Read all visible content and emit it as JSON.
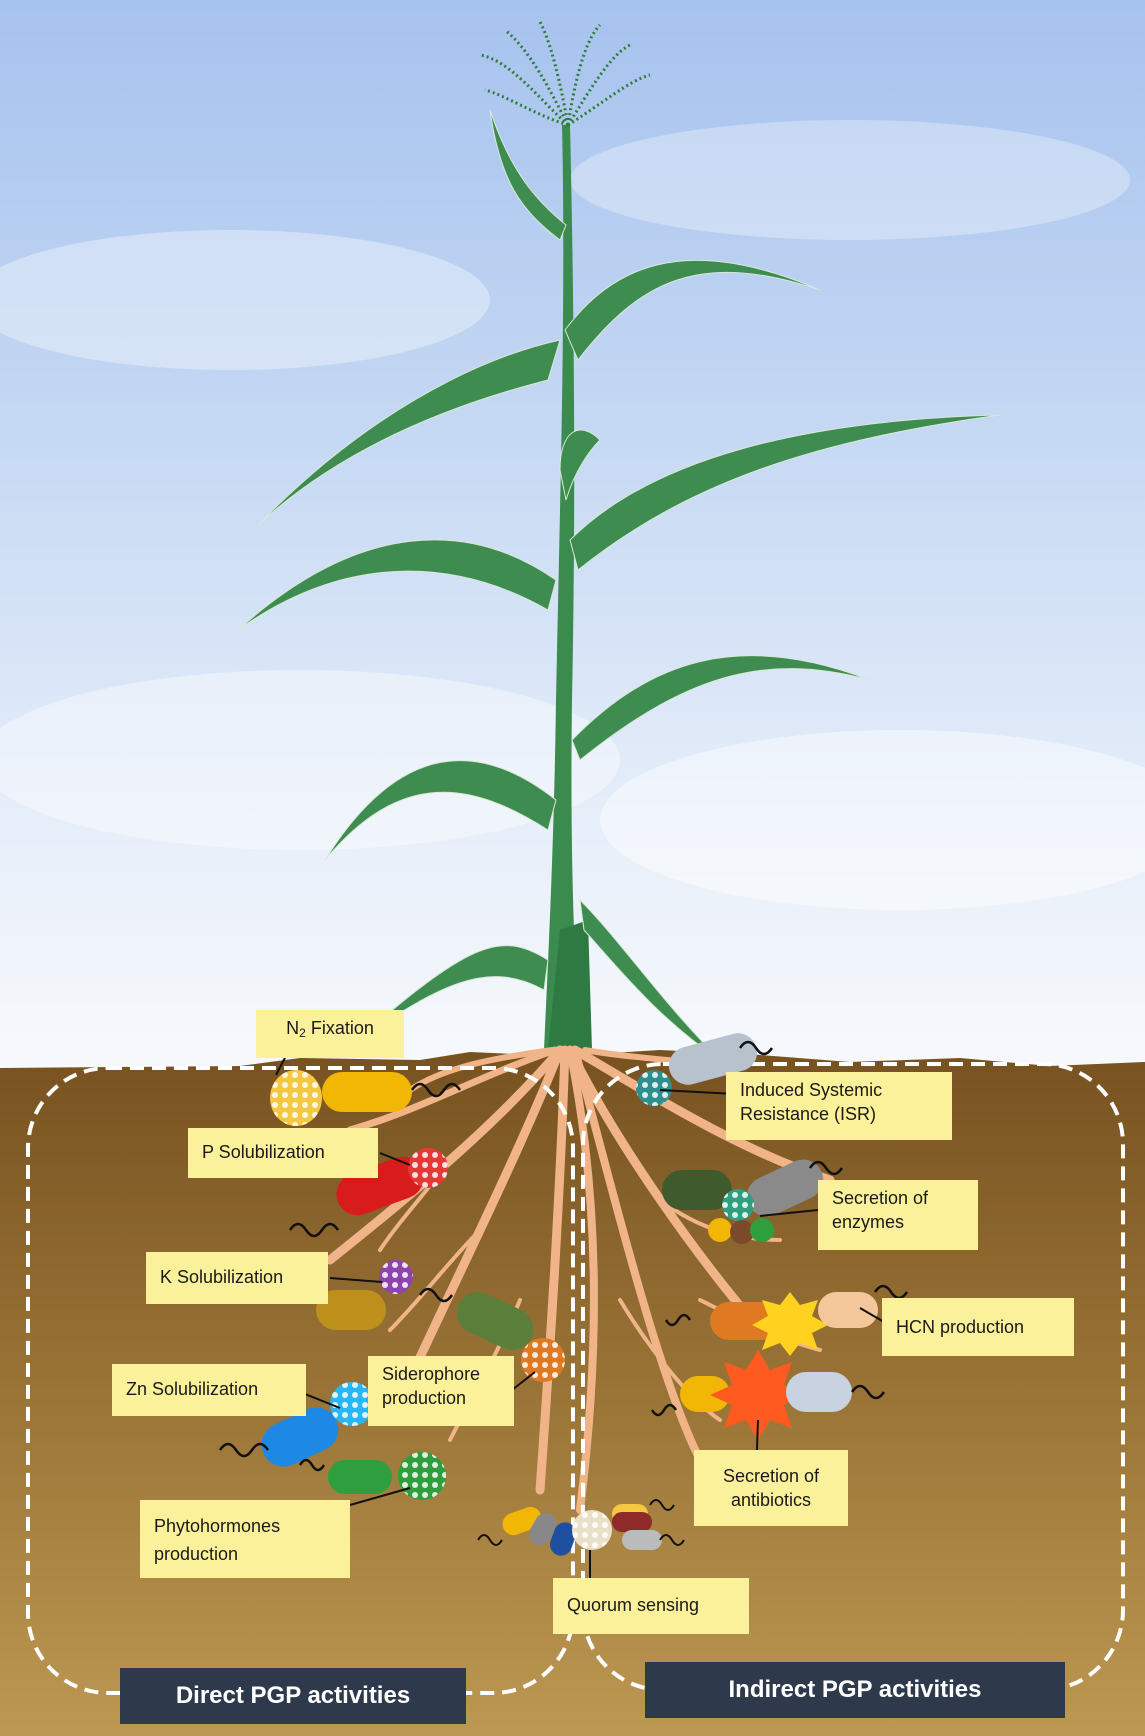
{
  "labels": {
    "n2_fixation": {
      "main": "N",
      "sub": "2",
      "rest": " Fixation"
    },
    "p_solubilization": "P Solubilization",
    "k_solubilization": "K Solubilization",
    "zn_solubilization": "Zn Solubilization",
    "siderophore_production": "Siderophore production",
    "phytohormones_production": "Phytohormones production",
    "quorum_sensing": "Quorum sensing",
    "induced_systemic_resistance": "Induced Systemic Resistance (ISR)",
    "secretion_of_enzymes": "Secretion of enzymes",
    "hcn_production": "HCN production",
    "secretion_of_antibiotics": "Secretion of antibiotics"
  },
  "groups": {
    "direct": "Direct PGP activities",
    "indirect": "Indirect PGP activities"
  },
  "colors": {
    "sky_top": "#a8c4ee",
    "sky_bottom": "#eef3fb",
    "soil_top": "#7a5520",
    "soil_bottom": "#b8924d",
    "leaf": "#3d8a4f",
    "root": "#f0b488",
    "label_bg": "#fbf19a",
    "tag_bg": "#2e3a4c"
  }
}
